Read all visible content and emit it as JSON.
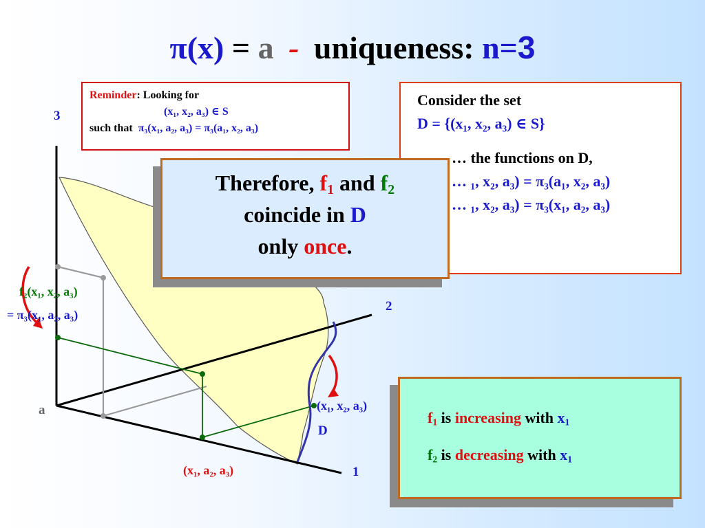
{
  "title": {
    "pi_x": "π(x)",
    "equals": "=",
    "a": "a",
    "dash": "-",
    "uniqueness": "uniqueness:",
    "n": "n",
    "eq2": "=",
    "three": "3"
  },
  "axes": {
    "axis3": "3",
    "axis2": "2",
    "axis1": "1",
    "origin": "a"
  },
  "reminder": {
    "word": "Reminder",
    "rest": ": Looking for",
    "tuple": "(x₁, x₂, a₃) ∈ S",
    "such_that": "such that",
    "equation": "π₃(x₁, a₂, a₃) = π₃(a₁, x₂, a₃)"
  },
  "consider": {
    "line1": "Consider the set",
    "line2": "D = {(x₁, x₂, a₃) ∈ S}",
    "line3": "… the functions on D,",
    "line4": "… ₁, x₂, a₃) = π₃(a₁, x₂, a₃)",
    "line5": "… ₁, x₂, a₃) = π₃(x₁, a₂, a₃)"
  },
  "therefore": {
    "t1": "Therefore,",
    "f1": "f",
    "and": "and",
    "f2": "f",
    "coincide": "coincide in",
    "d": "D",
    "only": "only",
    "once": "once",
    "period": "."
  },
  "labels": {
    "f2_label": "f₂(x₁, x₂, a₃)",
    "f2_eq": "= π₃(x₁, a₂, a₃)",
    "point_label": "(x₁, x₂, a₃)",
    "d_label": "D",
    "bottom_label": "(x₁, a₂, a₃)"
  },
  "increasing": {
    "f1": "f",
    "is1": "is",
    "increasing": "increasing",
    "with1": "with",
    "x1a": "x",
    "f2": "f",
    "is2": "is",
    "decreasing": "decreasing",
    "with2": "with",
    "x1b": "x"
  }
}
